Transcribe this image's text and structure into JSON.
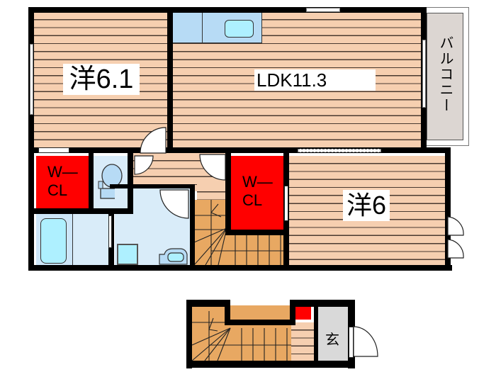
{
  "floor_plan": {
    "upper_floor": {
      "rooms": [
        {
          "id": "western-room-1",
          "label": "洋6.1",
          "type": "western-style room"
        },
        {
          "id": "ldk",
          "label": "LDK11.3",
          "type": "living dining kitchen"
        },
        {
          "id": "balcony",
          "label": "バルコニー",
          "type": "balcony"
        },
        {
          "id": "wic-1",
          "label_line1": "W—",
          "label_line2": "CL",
          "type": "walk-in closet"
        },
        {
          "id": "wic-2",
          "label_line1": "W—",
          "label_line2": "CL",
          "type": "walk-in closet"
        },
        {
          "id": "western-room-2",
          "label": "洋6",
          "type": "western-style room"
        },
        {
          "id": "toilet",
          "label": "",
          "type": "toilet"
        },
        {
          "id": "bath",
          "label": "",
          "type": "bathroom"
        },
        {
          "id": "washroom",
          "label": "",
          "type": "washroom"
        },
        {
          "id": "stairs-upper",
          "label": "",
          "type": "staircase"
        }
      ]
    },
    "ground_floor": {
      "rooms": [
        {
          "id": "entrance",
          "label": "玄",
          "type": "entrance"
        },
        {
          "id": "stairs-lower",
          "label": "",
          "type": "staircase"
        },
        {
          "id": "shoe-storage",
          "label": "",
          "type": "storage"
        }
      ]
    },
    "colors": {
      "wall": "#000000",
      "flooring": "#f6cfb0",
      "closet": "#ff0000",
      "wet_area": "#d9ecf9",
      "fixture": "#aef0ff",
      "stairs": "#e8a862",
      "balcony": "#dcd6d2",
      "entrance": "#d9d9d9"
    }
  }
}
